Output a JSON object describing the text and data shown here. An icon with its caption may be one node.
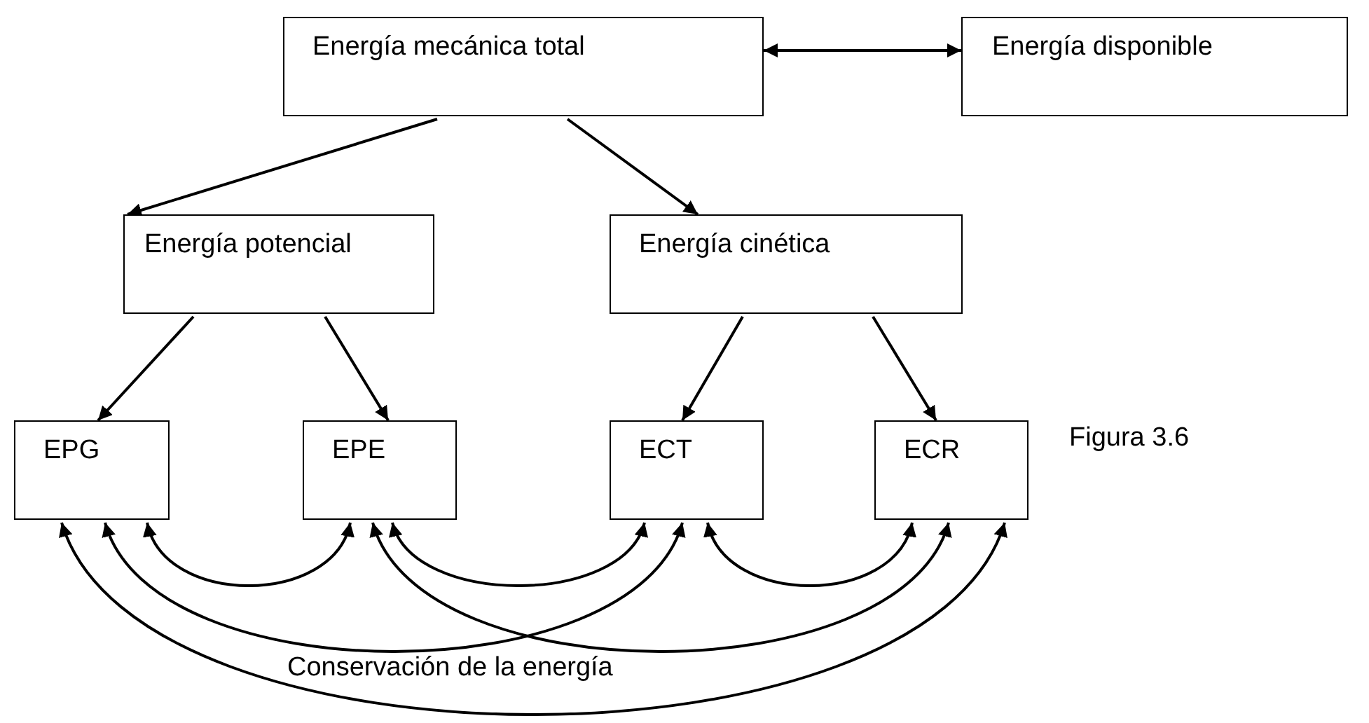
{
  "diagram": {
    "caption": "Figura 3.6",
    "nodes": [
      {
        "text": [
          "Energía mecánica total"
        ]
      },
      {
        "text": [
          "Energía disponible"
        ]
      },
      {
        "text": [
          "Energía potencial"
        ]
      },
      {
        "text": [
          "Energía cinética"
        ]
      },
      {
        "text": [
          "EPG"
        ]
      },
      {
        "text": [
          "EPE"
        ]
      },
      {
        "text": [
          "ECT"
        ]
      },
      {
        "text": [
          "ECR"
        ]
      }
    ],
    "edges": [
      {
        "from": 0,
        "to": 1,
        "arrow": "both"
      },
      {
        "from": 0,
        "to": 2,
        "arrow": "to"
      },
      {
        "from": 0,
        "to": 3,
        "arrow": "to"
      },
      {
        "from": 2,
        "to": 4,
        "arrow": "to"
      },
      {
        "from": 2,
        "to": 5,
        "arrow": "to"
      },
      {
        "from": 3,
        "to": 6,
        "arrow": "to"
      },
      {
        "from": 3,
        "to": 7,
        "arrow": "to"
      },
      {
        "from": 4,
        "to": 5,
        "arrow": "both"
      },
      {
        "from": 5,
        "to": 6,
        "arrow": "both"
      },
      {
        "from": 6,
        "to": 7,
        "arrow": "both"
      },
      {
        "from": 4,
        "to": 6,
        "arrow": "both"
      },
      {
        "from": 5,
        "to": 7,
        "arrow": "both"
      },
      {
        "from": 4,
        "to": 7,
        "arrow": "both"
      }
    ],
    "labels": [
      "Conservación de la energía"
    ]
  }
}
